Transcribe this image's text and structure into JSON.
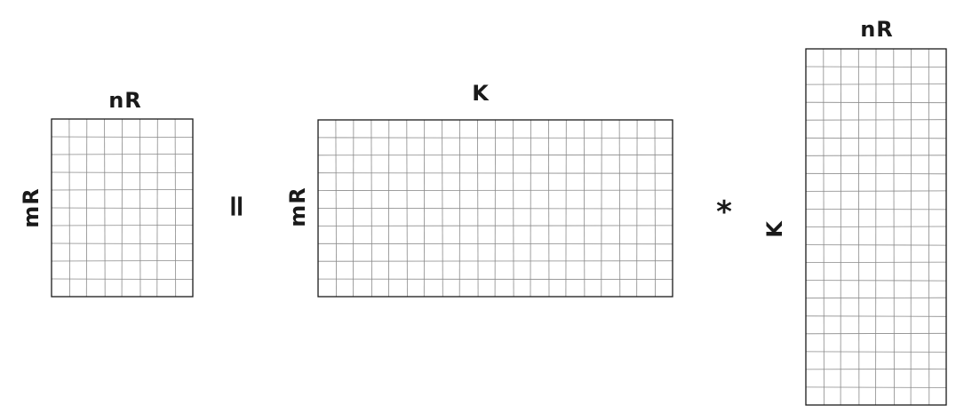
{
  "matrices": [
    {
      "id": "result",
      "top_label": "nR",
      "side_label": "mR",
      "cols": 8,
      "rows": 10
    },
    {
      "id": "left-operand",
      "top_label": "K",
      "side_label": "mR",
      "cols": 20,
      "rows": 10
    },
    {
      "id": "right-operand",
      "top_label": "nR",
      "side_label": "K",
      "cols": 8,
      "rows": 20
    }
  ],
  "operators": {
    "equals": "=",
    "multiply": "*"
  }
}
